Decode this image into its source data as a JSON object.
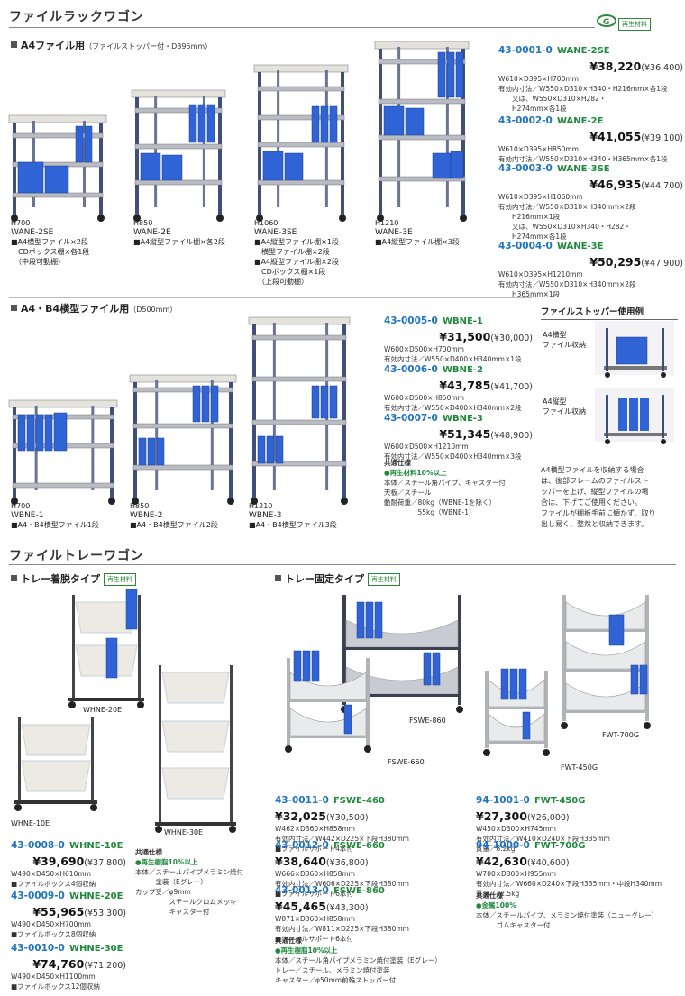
{
  "sec1": {
    "title": "ファイルラックワゴン",
    "eco": "再生材料"
  },
  "a4": {
    "title": "A4ファイル用",
    "sub": "（ファイルストッパー付・D395mm）",
    "items": [
      {
        "h": "H700",
        "model": "WANE-2SE",
        "desc": "■A4横型ファイル×2段\n　CDボックス棚×各1段\n　（中段可動棚）"
      },
      {
        "h": "H850",
        "model": "WANE-2E",
        "desc": "■A4縦型ファイル棚×各2段"
      },
      {
        "h": "H1060",
        "model": "WANE-3SE",
        "desc": "■A4縦型ファイル棚×1段\n　横型ファイル棚×2段\n■A4縦型ファイル棚×2段\n　CDボックス棚×1段\n　（上段可動棚）"
      },
      {
        "h": "H1210",
        "model": "WANE-3E",
        "desc": "■A4縦型ファイル棚×3段"
      }
    ],
    "products": [
      {
        "code": "43-0001-0",
        "model": "WANE-2SE",
        "price": "¥38,220",
        "price_ex": "(¥36,400)",
        "spec": "W610×D395×H700mm\n有効内寸法／W550×D310×H340・H216mm×各1段\n　　又は、W550×D310×H282・\n　　H274mm×各1段"
      },
      {
        "code": "43-0002-0",
        "model": "WANE-2E",
        "price": "¥41,055",
        "price_ex": "(¥39,100)",
        "spec": "W610×D395×H850mm\n有効内寸法／W550×D310×H340・H365mm×各1段"
      },
      {
        "code": "43-0003-0",
        "model": "WANE-3SE",
        "price": "¥46,935",
        "price_ex": "(¥44,700)",
        "spec": "W610×D395×H1060mm\n有効内寸法／W550×D310×H340mm×2段\n　　H216mm×1段\n　　又は、W550×D310×H340・H282・\n　　H274mm×各1段"
      },
      {
        "code": "43-0004-0",
        "model": "WANE-3E",
        "price": "¥50,295",
        "price_ex": "(¥47,900)",
        "spec": "W610×D395×H1210mm\n有効内寸法／W550×D310×H340mm×2段\n　　H365mm×1段"
      }
    ]
  },
  "b4": {
    "title": "A4・B4横型ファイル用",
    "sub": "（D500mm）",
    "items": [
      {
        "h": "H700",
        "model": "WBNE-1",
        "desc": "■A4・B4横型ファイル1段"
      },
      {
        "h": "H850",
        "model": "WBNE-2",
        "desc": "■A4・B4横型ファイル2段"
      },
      {
        "h": "H1210",
        "model": "WBNE-3",
        "desc": "■A4・B4横型ファイル3段"
      }
    ],
    "products": [
      {
        "code": "43-0005-0",
        "model": "WBNE-1",
        "price": "¥31,500",
        "price_ex": "(¥30,000)",
        "spec": "W600×D500×H700mm\n有効内寸法／W550×D400×H340mm×1段"
      },
      {
        "code": "43-0006-0",
        "model": "WBNE-2",
        "price": "¥43,785",
        "price_ex": "(¥41,700)",
        "spec": "W600×D500×H850mm\n有効内寸法／W550×D400×H340mm×2段"
      },
      {
        "code": "43-0007-0",
        "model": "WBNE-3",
        "price": "¥51,345",
        "price_ex": "(¥48,900)",
        "spec": "W600×D500×H1210mm\n有効内寸法／W550×D400×H340mm×3段"
      }
    ],
    "common_title": "共通仕様",
    "common_recycled": "●再生材料10%以上",
    "common_body": "本体／スチール角パイプ、キャスター付\n天板／スチール\n動耐荷重／80kg（WBNE-1を除く）\n　　　　　55kg（WBNE-1）"
  },
  "stopper": {
    "title": "ファイルストッパー使用例",
    "label1": "A4横型\nファイル収納",
    "label2": "A4縦型\nファイル収納",
    "desc": "A4横型ファイルを収納する場合\nは、後部フレームのファイルスト\nッパーを上げ、縦型ファイルの場\n合は、下げてご使用ください。\nファイルが棚板手前に傾かず、取り\n出し易く、整然と収納できます。"
  },
  "sec2": {
    "title": "ファイルトレーワゴン"
  },
  "removable": {
    "title": "トレー着脱タイプ",
    "eco": "再生材料",
    "img_labels": [
      "WHNE-20E",
      "WHNE-10E",
      "WHNE-30E"
    ],
    "products": [
      {
        "code": "43-0008-0",
        "model": "WHNE-10E",
        "price": "¥39,690",
        "price_ex": "(¥37,800)",
        "spec": "W490×D450×H610mm\n■ファイルボックス4個収納"
      },
      {
        "code": "43-0009-0",
        "model": "WHNE-20E",
        "price": "¥55,965",
        "price_ex": "(¥53,300)",
        "spec": "W490×D450×H700mm\n■ファイルボックス8個収納"
      },
      {
        "code": "43-0010-0",
        "model": "WHNE-30E",
        "price": "¥74,760",
        "price_ex": "(¥71,200)",
        "spec": "W490×D450×H1100mm\n■ファイルボックス12個収納"
      }
    ],
    "common_title": "共通仕様",
    "common_recycled": "●再生樹脂10%以上",
    "common_body": "本体／スチールパイプメラミン焼付\n　　　塗装（Eグレー）\nカップ受／φ9mm\n　　　　　スチールクロムメッキ\n　　　　　キャスター付"
  },
  "fixed": {
    "title": "トレー固定タイプ",
    "eco": "再生材料",
    "img_labels": [
      "FSWE-860",
      "FSWE-660",
      "FWT-700G",
      "FWT-450G"
    ],
    "products": [
      {
        "code": "43-0011-0",
        "model": "FSWE-460",
        "price": "¥32,025",
        "price_ex": "(¥30,500)",
        "spec": "W462×D360×H858mm\n有効内寸法／W442×D225×下段H380mm\n■ファイルサポート4本付"
      },
      {
        "code": "43-0012-0",
        "model": "FSWE-660",
        "price": "¥38,640",
        "price_ex": "(¥36,800)",
        "spec": "W666×D360×H858mm\n有効内寸法／W606×D225×下段H380mm\n■ファイルサポート6本付"
      },
      {
        "code": "43-0013-0",
        "model": "FSWE-860",
        "price": "¥45,465",
        "price_ex": "(¥43,300)",
        "spec": "W871×D360×H858mm\n有効内寸法／W811×D225×下段H380mm\n■ファイルサポート6本付"
      }
    ],
    "common_title": "共通仕様",
    "common_recycled": "●再生樹脂10%以上",
    "common_body": "本体／スチール角パイプメラミン焼付塗装（Eグレー）\nトレー／スチール、メラミン焼付塗装\nキャスター／φ50mm前輪ストッパー付",
    "products2": [
      {
        "code": "94-1001-0",
        "model": "FWT-450G",
        "price": "¥27,300",
        "price_ex": "(¥26,000)",
        "spec": "W450×D300×H745mm\n有効内寸法／W410×D240×下段H335mm\n質量／8.2kg"
      },
      {
        "code": "94-1000-0",
        "model": "FWT-700G",
        "price": "¥42,630",
        "price_ex": "(¥40,600)",
        "spec": "W700×D300×H955mm\n有効内寸法／W660×D240×下段H335mm・中段H340mm\n質量／12.5kg"
      }
    ],
    "common2_title": "共通仕様",
    "common2_recycled": "●金属100%",
    "common2_body": "本体／スチールパイプ、メラミン焼付塗装（ニューグレー）\n　　　ゴムキャスター付"
  },
  "colors": {
    "blue": "#1e73be",
    "green": "#1e8a3a",
    "rack": "#3f4f7a",
    "file": "#2f63d6"
  }
}
